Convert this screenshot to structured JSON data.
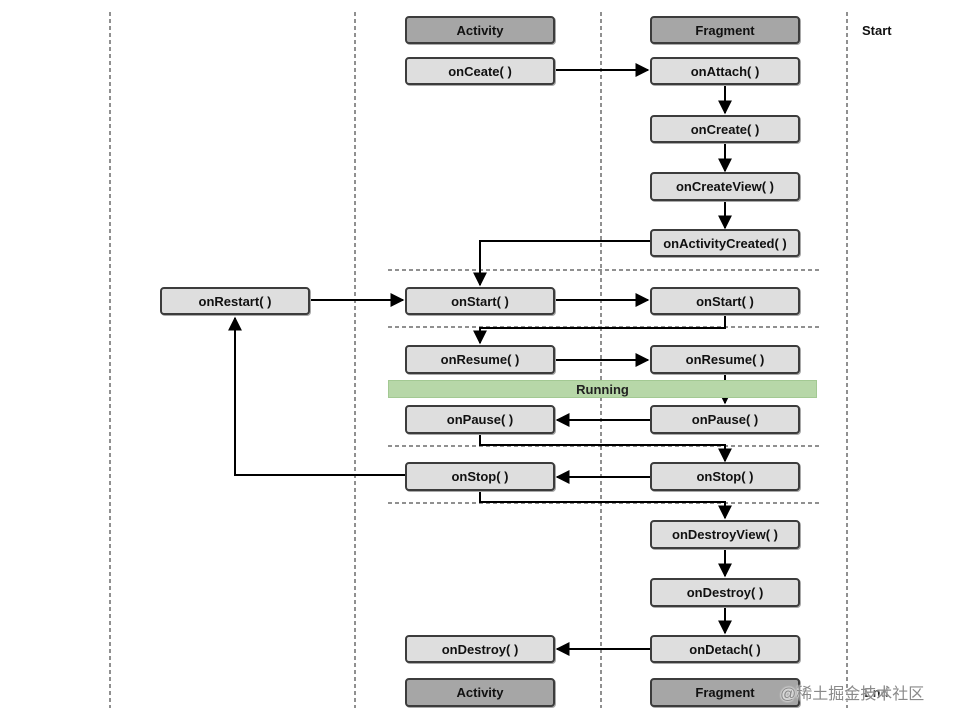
{
  "headers": {
    "activity_top": "Activity",
    "fragment_top": "Fragment",
    "activity_bottom": "Activity",
    "fragment_bottom": "Fragment"
  },
  "labels": {
    "start": "Start",
    "end": "End",
    "running": "Running"
  },
  "activity": {
    "on_create": "onCeate( )",
    "on_start": "onStart( )",
    "on_resume": "onResume( )",
    "on_pause": "onPause( )",
    "on_stop": "onStop( )",
    "on_destroy": "onDestroy( )",
    "on_restart": "onRestart( )"
  },
  "fragment": {
    "on_attach": "onAttach( )",
    "on_create": "onCreate( )",
    "on_create_view": "onCreateView( )",
    "on_activity_created": "onActivityCreated( )",
    "on_start": "onStart( )",
    "on_resume": "onResume( )",
    "on_pause": "onPause( )",
    "on_stop": "onStop( )",
    "on_destroy_view": "onDestroyView( )",
    "on_destroy": "onDestroy( )",
    "on_detach": "onDetach( )"
  },
  "watermark": "@稀土掘金技术社区",
  "colors": {
    "box_fill": "#dedede",
    "header_fill": "#a6a6a6",
    "running_band": "#b7d7a8",
    "line": "#000000"
  }
}
